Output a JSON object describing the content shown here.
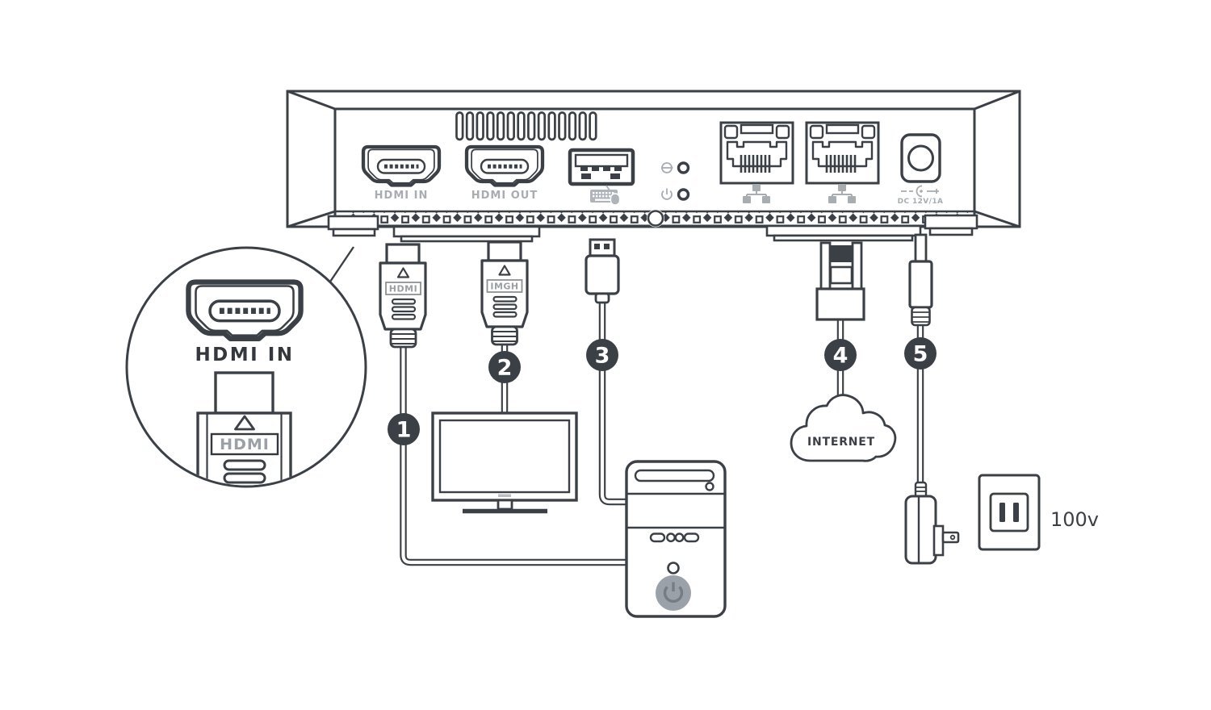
{
  "colors": {
    "background": "#ffffff",
    "line": "#3b4046",
    "muted_gray": "#a8adb2",
    "badge_bg": "#3b4046",
    "badge_text": "#ffffff",
    "power_button_fill": "#9aa1a8"
  },
  "panel": {
    "hdmi_in_label": "HDMI IN",
    "hdmi_out_label": "HDMI OUT",
    "dc_jack_label": "DC 12V/1A",
    "usb_icon": "keyboard-mouse-icon",
    "led_icons": [
      "standby-icon",
      "power-icon"
    ],
    "lan_icon": "network-nodes-icon",
    "dc_polarity_icon": "dc-polarity-icon"
  },
  "callout": {
    "port_label": "HDMI IN",
    "plug_label": "HDMI"
  },
  "cables": {
    "c1": {
      "badge": "1",
      "plug_label": "HDMI"
    },
    "c2": {
      "badge": "2",
      "plug_label": "IMGH"
    },
    "c3": {
      "badge": "3"
    },
    "c4": {
      "badge": "4"
    },
    "c5": {
      "badge": "5"
    }
  },
  "internet_label": "INTERNET",
  "outlet_label": "100v"
}
